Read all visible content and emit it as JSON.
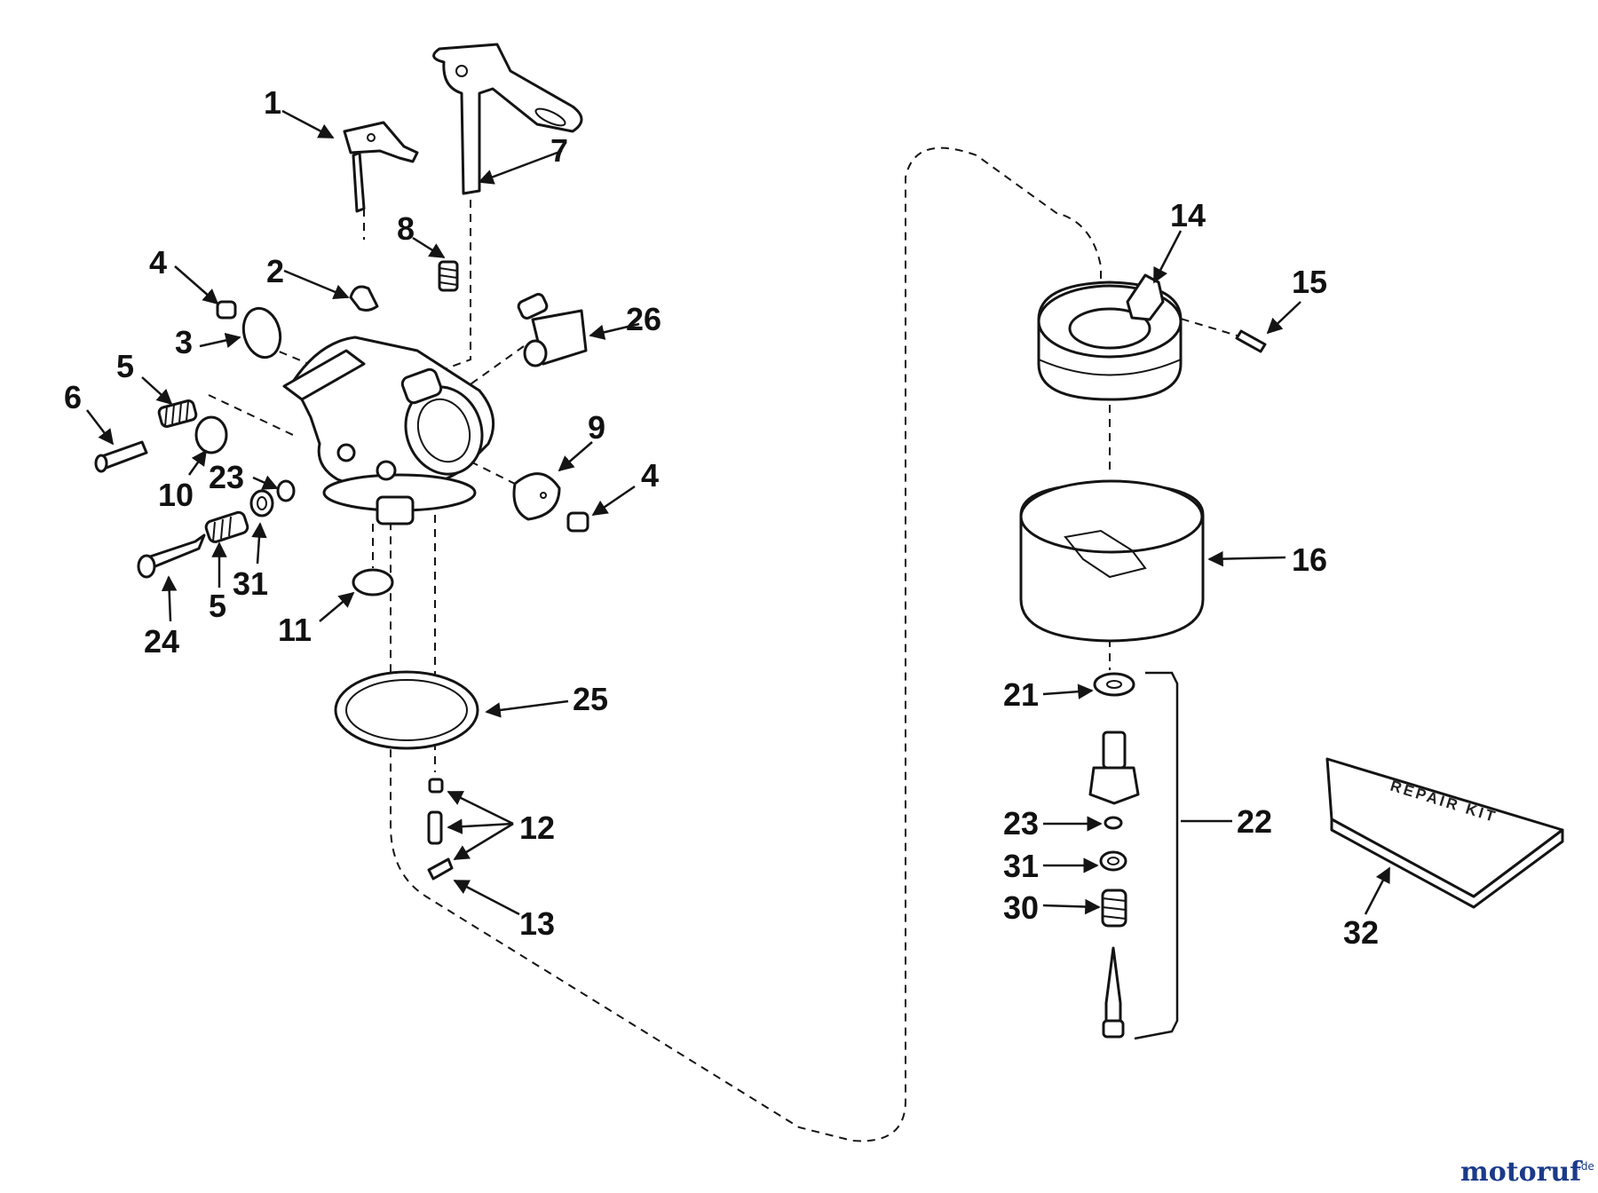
{
  "callouts": [
    "1",
    "2",
    "3",
    "4",
    "5",
    "6",
    "7",
    "8",
    "9",
    "4",
    "10",
    "23",
    "31",
    "5",
    "24",
    "11",
    "25",
    "26",
    "12",
    "13",
    "14",
    "15",
    "16",
    "21",
    "22",
    "23",
    "31",
    "30",
    "32"
  ],
  "repair_kit_label": "REPAIR KIT",
  "watermark": {
    "brand": "motoruf",
    "suffix": ".de",
    "color_main": "#1b3a8a",
    "color_accent": "#d4a017"
  }
}
